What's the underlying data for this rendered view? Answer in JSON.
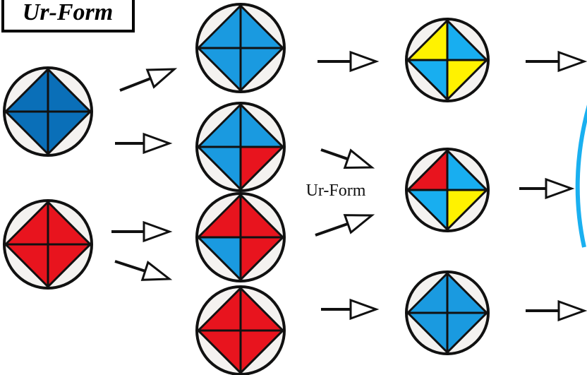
{
  "title": "Ur-Form",
  "center_label": "Ur-Form",
  "colors": {
    "blue_dark": "#0a6fb8",
    "blue": "#1a9ae0",
    "blue_light": "#18aef0",
    "red": "#e8141e",
    "yellow": "#fff200",
    "circle_fill": "#f4f2f0",
    "outline": "#111111",
    "arc": "#1ab0f0"
  },
  "glyphs": [
    {
      "id": "glyph-source-blue",
      "quadrants": [
        "blue_dark",
        "blue_dark",
        "blue_dark",
        "blue_dark"
      ]
    },
    {
      "id": "glyph-source-red",
      "quadrants": [
        "red",
        "red",
        "red",
        "red"
      ]
    },
    {
      "id": "glyph-mid-1",
      "quadrants": [
        "blue",
        "blue",
        "blue",
        "blue"
      ]
    },
    {
      "id": "glyph-mid-2",
      "quadrants": [
        "blue",
        "blue",
        "red",
        "blue"
      ]
    },
    {
      "id": "glyph-mid-3",
      "quadrants": [
        "red",
        "red",
        "red",
        "blue"
      ]
    },
    {
      "id": "glyph-mid-4",
      "quadrants": [
        "red",
        "red",
        "red",
        "red"
      ]
    },
    {
      "id": "glyph-result-1",
      "quadrants": [
        "yellow",
        "blue_light",
        "yellow",
        "blue_light"
      ]
    },
    {
      "id": "glyph-result-2",
      "quadrants": [
        "red",
        "blue_light",
        "yellow",
        "blue_light"
      ]
    },
    {
      "id": "glyph-result-3",
      "quadrants": [
        "blue",
        "blue",
        "blue",
        "blue"
      ]
    }
  ]
}
